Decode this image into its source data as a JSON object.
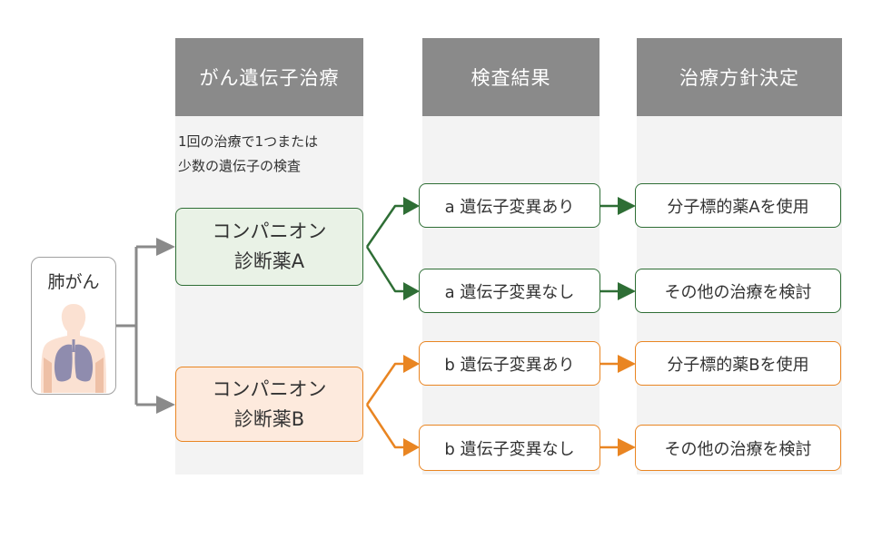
{
  "columns": [
    {
      "title": "がん遺伝子治療"
    },
    {
      "title": "検査結果"
    },
    {
      "title": "治療方針決定"
    }
  ],
  "column_note": [
    "1回の治療で1つまたは",
    "少数の遺伝子の検査"
  ],
  "patient": {
    "label": "肺がん",
    "icon": "human-lungs-icon"
  },
  "companions": [
    {
      "line1": "コンパニオン",
      "line2": "診断薬A"
    },
    {
      "line1": "コンパニオン",
      "line2": "診断薬B"
    }
  ],
  "results": [
    {
      "label": "a 遺伝子変異あり"
    },
    {
      "label": "a 遺伝子変異なし"
    },
    {
      "label": "b 遺伝子変異あり"
    },
    {
      "label": "b 遺伝子変異なし"
    }
  ],
  "decisions": [
    {
      "label": "分子標的薬Aを使用"
    },
    {
      "label": "その他の治療を検討"
    },
    {
      "label": "分子標的薬Bを使用"
    },
    {
      "label": "その他の治療を検討"
    }
  ],
  "colors": {
    "green": "#2e6e35",
    "orange": "#e98522",
    "gray": "#8a8a8a"
  }
}
